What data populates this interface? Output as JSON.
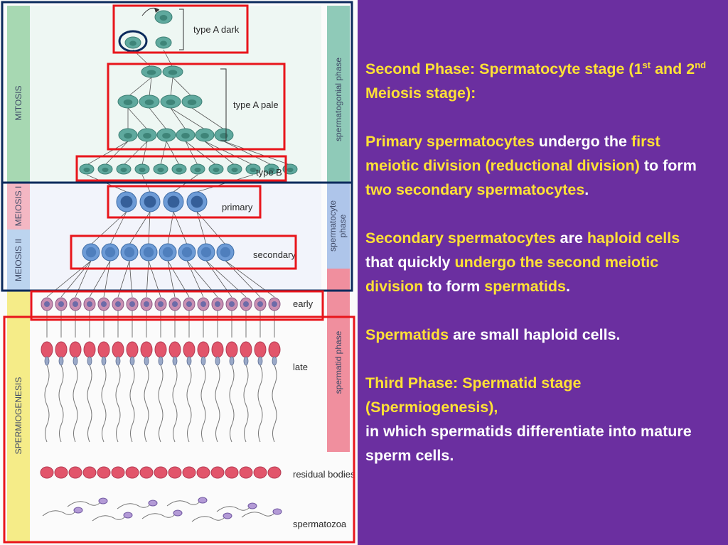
{
  "diagram": {
    "side_labels": {
      "mitosis": "MITOSIS",
      "meiosis1": "MEIOSIS I",
      "meiosis2": "MEIOSIS II",
      "spermiogenesis": "SPERMIOGENESIS",
      "spermatogonial_phase": "spermatogonial phase",
      "spermatocyte_phase": [
        "spermatocyte",
        "phase"
      ],
      "spermatid_phase": "spermatid phase"
    },
    "stage_labels": {
      "type_a_dark": "type A dark",
      "type_a_pale": "type A pale",
      "type_b": "type B",
      "primary": "primary",
      "secondary": "secondary",
      "early": "early",
      "late": "late",
      "residual_bodies": "residual bodies",
      "spermatozoa": "spermatozoa"
    },
    "colors": {
      "highlight_box": "#e8151b",
      "region_box": "#0b2a5c",
      "spermatogonia": "#5fa99e",
      "spermatocytes": "#6d9bd6",
      "spermatids": "#e2556b"
    }
  },
  "text": {
    "p1": {
      "a": "Second Phase: Spermatocyte  stage (1",
      "sup1": "st",
      "b": " and 2",
      "sup2": "nd",
      "c": " Meiosis stage):"
    },
    "p2": {
      "a": "Primary spermatocytes",
      "b": " undergo the ",
      "c": "first meiotic division (reductional division)",
      "d": " to form ",
      "e": "two secondary spermatocytes",
      "f": "."
    },
    "p3": {
      "a": "Secondary spermatocytes",
      "b": " are ",
      "c": "haploid cells",
      "d": " that quickly ",
      "e": "undergo the second meiotic division",
      "f": " to form ",
      "g": "spermatids",
      "h": "."
    },
    "p4": {
      "a": "Spermatids",
      "b": " are small haploid cells."
    },
    "p5": {
      "a": "Third Phase: Spermatid stage (Spermiogenesis),",
      "b": "in which spermatids differentiate into mature sperm cells."
    }
  }
}
